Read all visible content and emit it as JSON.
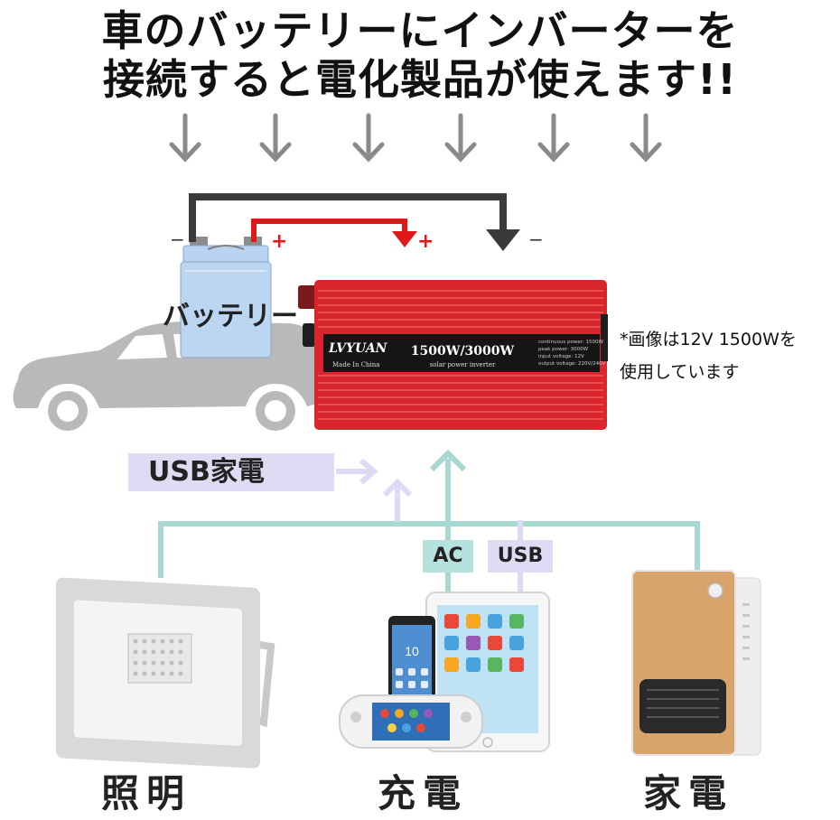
{
  "headline": {
    "line1": "車のバッテリーにインバーターを",
    "line2": "接続すると電化製品が使えます!!"
  },
  "battery": {
    "label": "バッテリー",
    "minus": "−",
    "plus": "+"
  },
  "inverter": {
    "brand": "LVYUAN",
    "made_in": "Made In China",
    "model": "1500W/3000W",
    "subtitle": "solar power inverter",
    "spec_continuous": "continuous power: 1500W",
    "spec_peak": "peak power: 3000W",
    "spec_input": "input voltage: 12V",
    "spec_output": "output voltage: 220V/240V",
    "plus": "+",
    "minus": "−"
  },
  "note": {
    "line1": "*画像は12V 1500Wを",
    "line2": "使用しています"
  },
  "usb_appliance_label": "USB家電",
  "ports": {
    "ac": "AC",
    "usb": "USB"
  },
  "categories": {
    "lighting": "照明",
    "charging": "充電",
    "appliance": "家電"
  },
  "colors": {
    "wire_negative": "#3a3a3a",
    "wire_positive": "#e01818",
    "inverter_body": "#d8262c",
    "teal_line": "#a7d8d1",
    "lavender": "#dcdaf4",
    "arrow_gray": "#8a8a8a",
    "car_gray": "#b9b9b9"
  },
  "phone_clock": "10"
}
